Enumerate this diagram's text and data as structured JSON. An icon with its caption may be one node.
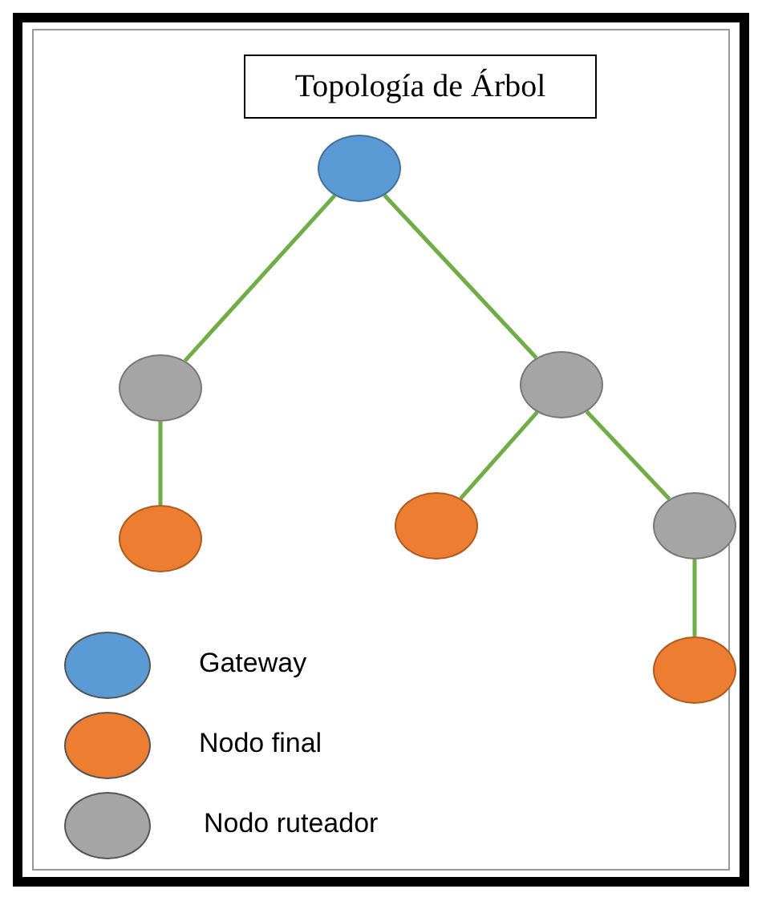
{
  "diagram": {
    "title": "Topología de Árbol",
    "nodes": [
      {
        "text": [],
        "shape": "circle"
      },
      {
        "text": [],
        "shape": "circle"
      },
      {
        "text": [],
        "shape": "circle"
      },
      {
        "text": [],
        "shape": "circle"
      },
      {
        "text": [],
        "shape": "circle"
      },
      {
        "text": [],
        "shape": "circle"
      },
      {
        "text": [],
        "shape": "circle"
      }
    ],
    "edges": [
      {
        "from": 0,
        "to": 1,
        "arrow": "none"
      },
      {
        "from": 0,
        "to": 2,
        "arrow": "none"
      },
      {
        "from": 1,
        "to": 3,
        "arrow": "none"
      },
      {
        "from": 2,
        "to": 4,
        "arrow": "none"
      },
      {
        "from": 2,
        "to": 5,
        "arrow": "none"
      },
      {
        "from": 5,
        "to": 6,
        "arrow": "none"
      }
    ],
    "legend": [
      {
        "text": "Gateway",
        "color": "#5b9bd5"
      },
      {
        "text": "Nodo final",
        "color": "#ed7d31"
      },
      {
        "text": "Nodo ruteador",
        "color": "#a5a5a5"
      }
    ]
  }
}
